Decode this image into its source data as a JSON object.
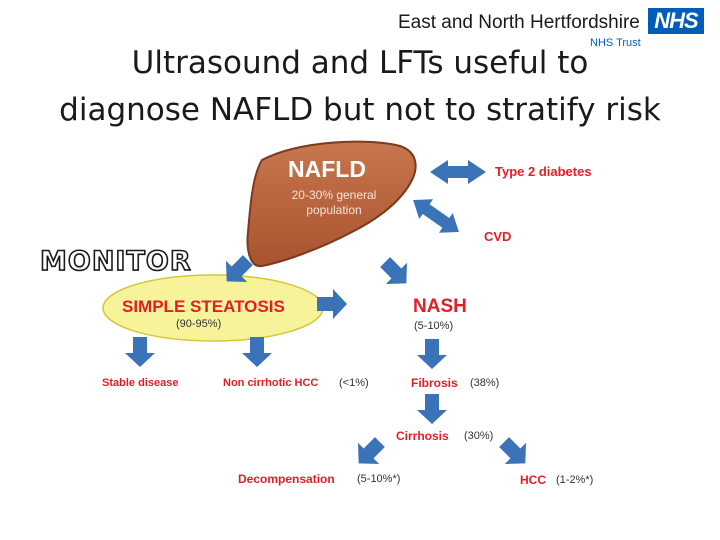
{
  "header": {
    "trust_name": "East and North Hertfordshire",
    "nhs_logo": "NHS",
    "nhs_trust_label": "NHS Trust"
  },
  "title": {
    "line1": "Ultrasound and LFTs useful to",
    "line2": "diagnose NAFLD but not to stratify risk"
  },
  "monitor_label": "MONITOR",
  "liver": {
    "title": "NAFLD",
    "sub1": "20-30% general",
    "sub2": "population"
  },
  "nodes": {
    "type2_diabetes": "Type 2 diabetes",
    "cvd": "CVD",
    "simple_steatosis": "SIMPLE STEATOSIS",
    "simple_steatosis_pct": "(90-95%)",
    "nash": "NASH",
    "nash_pct": "(5-10%)",
    "stable": "Stable disease",
    "non_cirrhotic_hcc": "Non cirrhotic HCC",
    "non_cirrhotic_hcc_pct": "(<1%)",
    "fibrosis": "Fibrosis",
    "fibrosis_pct": "(38%)",
    "cirrhosis": "Cirrhosis",
    "cirrhosis_pct": "(30%)",
    "decompensation": "Decompensation",
    "decompensation_pct": "(5-10%*)",
    "hcc": "HCC",
    "hcc_pct": "(1-2%*)"
  },
  "colors": {
    "liver": "#b8653f",
    "arrow": "#3b73b9",
    "label_red": "#e41e26",
    "steatosis_fill": "#f6f39a",
    "nhs_blue": "#005eb8"
  }
}
